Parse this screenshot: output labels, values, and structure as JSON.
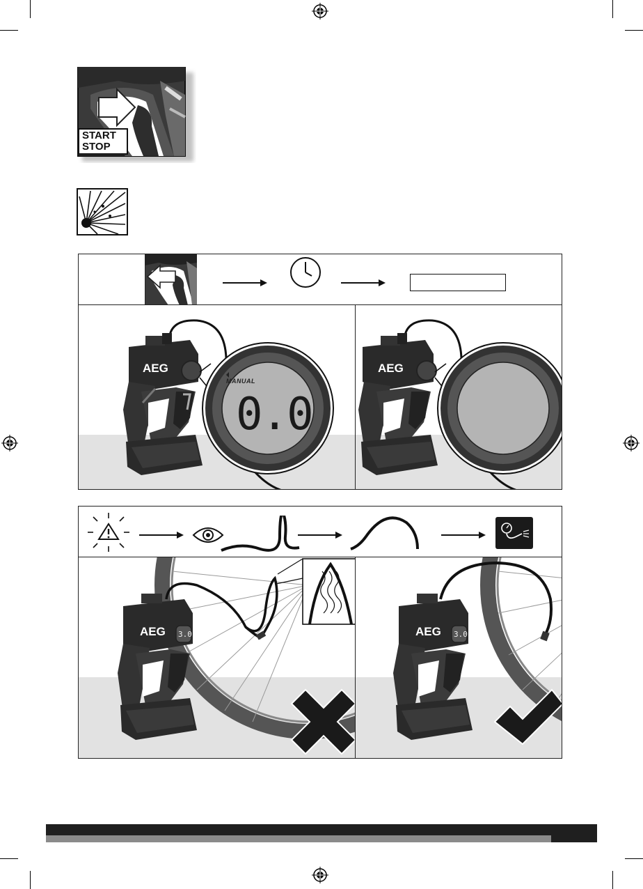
{
  "start_stop": {
    "line1": "START",
    "line2": "STOP"
  },
  "brand": "AEG",
  "display": {
    "mode": "MANUAL",
    "value": "0.0"
  },
  "small_display": {
    "value": "3.0"
  },
  "icons": {
    "trigger": "trigger-press-icon",
    "burst": "burst-hazard-icon",
    "clock": "clock-icon",
    "warning": "warning-triangle-icon",
    "eye": "eye-icon",
    "gauge": "pressure-gauge-icon",
    "cross": "cross-mark-icon",
    "check": "check-mark-icon",
    "register": "registration-mark-icon"
  },
  "colors": {
    "ink": "#1a1a1a",
    "panel_border": "#222222",
    "lcd_bg": "#b4b4b4",
    "grey_floor": "#e2e2e2"
  }
}
